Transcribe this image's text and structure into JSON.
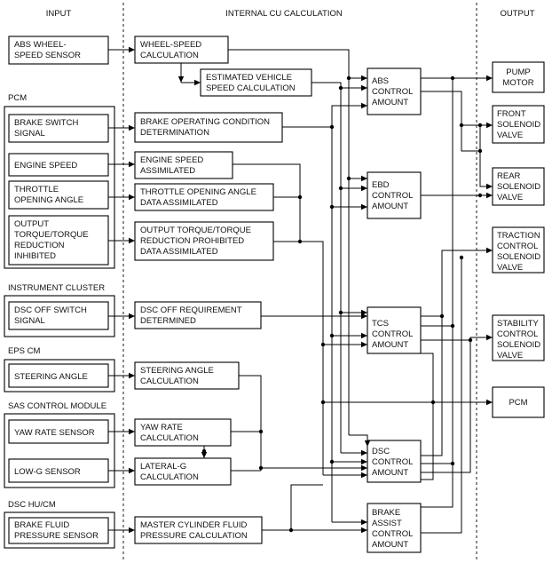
{
  "headers": {
    "input": "INPUT",
    "internal": "INTERNAL CU CALCULATION",
    "output": "OUTPUT"
  },
  "groups": {
    "pcm": "PCM",
    "instrument_cluster": "INSTRUMENT CLUSTER",
    "eps_cm": "EPS CM",
    "sas_control_module": "SAS CONTROL MODULE",
    "dsc_hu_cm": "DSC HU/CM"
  },
  "inputs": {
    "abs_wheel_speed_sensor": [
      "ABS WHEEL-",
      "SPEED SENSOR"
    ],
    "brake_switch_signal": [
      "BRAKE SWITCH",
      "SIGNAL"
    ],
    "engine_speed": [
      "ENGINE SPEED"
    ],
    "throttle_opening_angle": [
      "THROTTLE",
      "OPENING ANGLE"
    ],
    "output_torque": [
      "OUTPUT",
      "TORQUE/TORQUE",
      "REDUCTION",
      "INHIBITED"
    ],
    "dsc_off_switch_signal": [
      "DSC OFF SWITCH",
      "SIGNAL"
    ],
    "steering_angle": [
      "STEERING ANGLE"
    ],
    "yaw_rate_sensor": [
      "YAW RATE SENSOR"
    ],
    "low_g_sensor": [
      "LOW-G SENSOR"
    ],
    "brake_fluid_pressure_sensor": [
      "BRAKE FLUID",
      "PRESSURE SENSOR"
    ]
  },
  "calculations": {
    "wheel_speed_calculation": [
      "WHEEL-SPEED",
      "CALCULATION"
    ],
    "estimated_vehicle_speed_calculation": [
      "ESTIMATED VEHICLE",
      "SPEED CALCULATION"
    ],
    "brake_operating_condition_determination": [
      "BRAKE OPERATING CONDITION",
      "DETERMINATION"
    ],
    "engine_speed_assimilated": [
      "ENGINE SPEED",
      "ASSIMILATED"
    ],
    "throttle_opening_angle_data_assimilated": [
      "THROTTLE OPENING ANGLE",
      "DATA ASSIMILATED"
    ],
    "output_torque_data_assimilated": [
      "OUTPUT TORQUE/TORQUE",
      "REDUCTION PROHIBITED",
      "DATA ASSIMILATED"
    ],
    "dsc_off_requirement_determined": [
      "DSC OFF REQUIREMENT",
      "DETERMINED"
    ],
    "steering_angle_calculation": [
      "STEERING ANGLE",
      "CALCULATION"
    ],
    "yaw_rate_calculation": [
      "YAW RATE",
      "CALCULATION"
    ],
    "lateral_g_calculation": [
      "LATERAL-G",
      "CALCULATION"
    ],
    "master_cylinder_fluid_pressure_calculation": [
      "MASTER CYLINDER FLUID",
      "PRESSURE CALCULATION"
    ]
  },
  "control_amounts": {
    "abs_control_amount": [
      "ABS",
      "CONTROL",
      "AMOUNT"
    ],
    "ebd_control_amount": [
      "EBD",
      "CONTROL",
      "AMOUNT"
    ],
    "tcs_control_amount": [
      "TCS",
      "CONTROL",
      "AMOUNT"
    ],
    "dsc_control_amount": [
      "DSC",
      "CONTROL",
      "AMOUNT"
    ],
    "brake_assist_control_amount": [
      "BRAKE",
      "ASSIST",
      "CONTROL",
      "AMOUNT"
    ]
  },
  "outputs": {
    "pump_motor": [
      "PUMP",
      "MOTOR"
    ],
    "front_solenoid_valve": [
      "FRONT",
      "SOLENOID",
      "VALVE"
    ],
    "rear_solenoid_valve": [
      "REAR",
      "SOLENOID",
      "VALVE"
    ],
    "traction_control_solenoid_valve": [
      "TRACTION",
      "CONTROL",
      "SOLENOID",
      "VALVE"
    ],
    "stability_control_solenoid_valve": [
      "STABILITY",
      "CONTROL",
      "SOLENOID",
      "VALVE"
    ],
    "pcm": [
      "PCM"
    ]
  }
}
